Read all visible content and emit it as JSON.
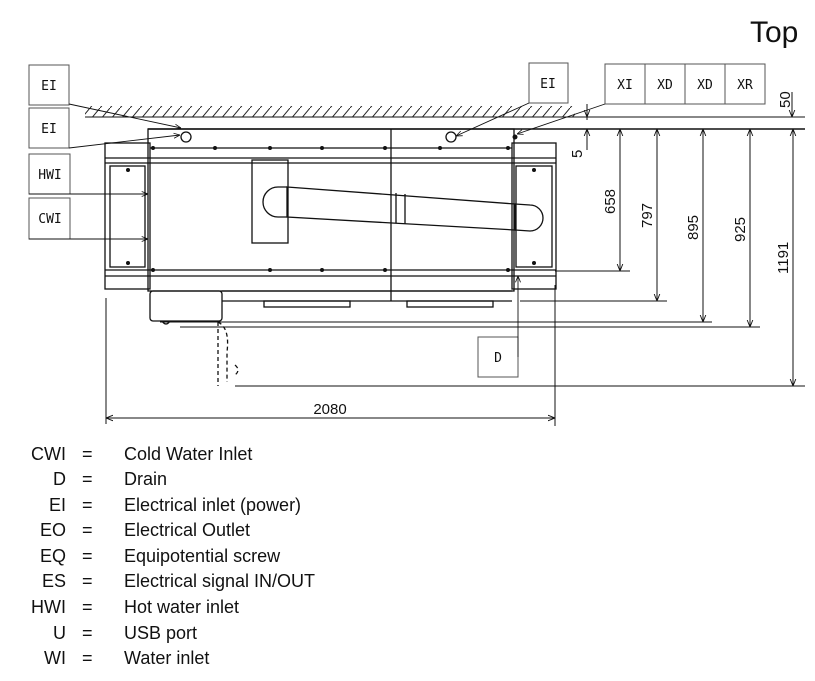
{
  "title": "Top",
  "callouts": {
    "left": [
      "EI",
      "EI",
      "HWI",
      "CWI"
    ],
    "top_ei": "EI",
    "top_right": [
      "XI",
      "XD",
      "XD",
      "XR"
    ],
    "drain": "D"
  },
  "dimensions": {
    "wall_gap": "50",
    "offset": "5",
    "d658": "658",
    "d797": "797",
    "d895": "895",
    "d925": "925",
    "d1191": "1191",
    "width": "2080"
  },
  "legend": [
    {
      "abbr": "CWI",
      "eq": "=",
      "desc": "Cold Water Inlet"
    },
    {
      "abbr": "D",
      "eq": "=",
      "desc": "Drain"
    },
    {
      "abbr": "EI",
      "eq": "=",
      "desc": "Electrical inlet (power)"
    },
    {
      "abbr": "EO",
      "eq": "=",
      "desc": "Electrical Outlet"
    },
    {
      "abbr": "EQ",
      "eq": "=",
      "desc": "Equipotential screw"
    },
    {
      "abbr": "ES",
      "eq": "=",
      "desc": "Electrical signal IN/OUT"
    },
    {
      "abbr": "HWI",
      "eq": "=",
      "desc": "Hot water inlet"
    },
    {
      "abbr": "U",
      "eq": "=",
      "desc": "USB port"
    },
    {
      "abbr": "WI",
      "eq": "=",
      "desc": "Water inlet"
    }
  ]
}
